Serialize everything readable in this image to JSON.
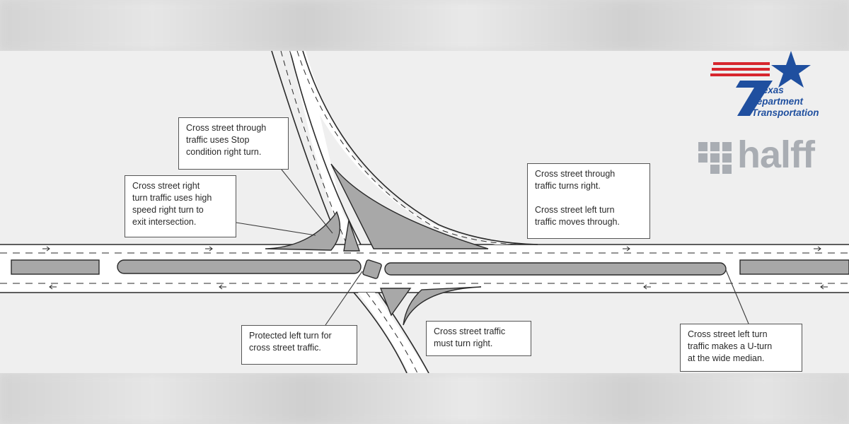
{
  "callouts": {
    "stop_right_turn": "Cross street through\ntraffic uses Stop\ncondition right turn.",
    "high_speed_right": "Cross street right\nturn traffic uses high\nspeed right turn to\nexit intersection.",
    "turns_right_moves_through": "Cross street through\ntraffic turns right.\n\nCross street left turn\ntraffic moves through.",
    "protected_left": "Protected left turn for\ncross street traffic.",
    "must_turn_right": "Cross street traffic\nmust turn right.",
    "u_turn": "Cross street left turn\ntraffic makes a U-turn\nat the wide median."
  },
  "logos": {
    "txdot_line1": "Texas",
    "txdot_line2": "Department",
    "txdot_line3": "of Transportation",
    "halff": "halff"
  },
  "colors": {
    "road": "#ffffff",
    "island": "#a8a8a8",
    "line": "#2a2a2a",
    "txdot_blue": "#1f4f9f",
    "txdot_red": "#d7262e",
    "halff_gray": "#a9adb3"
  },
  "icons": [
    "txdot-star-logo-icon",
    "halff-grid-logo-icon"
  ]
}
